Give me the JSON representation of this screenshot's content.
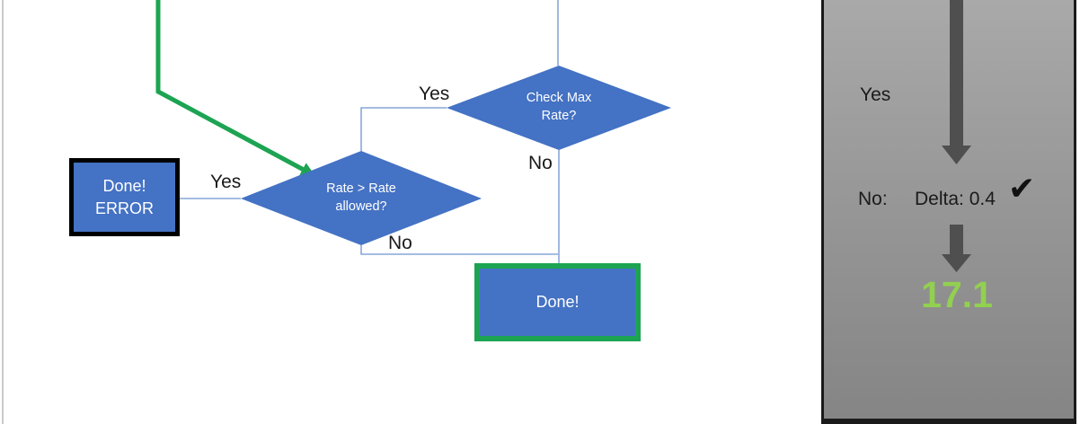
{
  "flowchart": {
    "decision_check_max_rate": {
      "line1": "Check Max",
      "line2": "Rate?"
    },
    "label_check_max_yes": "Yes",
    "label_check_max_no": "No",
    "decision_rate_allowed": {
      "line1": "Rate > Rate",
      "line2": "allowed?"
    },
    "label_rate_yes": "Yes",
    "label_rate_no": "No",
    "box_done_error": {
      "line1": "Done!",
      "line2": "ERROR"
    },
    "box_done": {
      "label": "Done!"
    }
  },
  "side_panel": {
    "yes_label": "Yes",
    "no_label": "No:",
    "delta_text": "Delta: 0.4",
    "check_icon": "✔",
    "result_value": "17.1"
  },
  "colors": {
    "shape_blue": "#4472C4",
    "accent_green": "#1CA452",
    "result_green": "#92D050",
    "connector_blue": "#6E93CF",
    "arrow_gray": "#4F4F4F",
    "panel_border": "#1A1A1A"
  }
}
